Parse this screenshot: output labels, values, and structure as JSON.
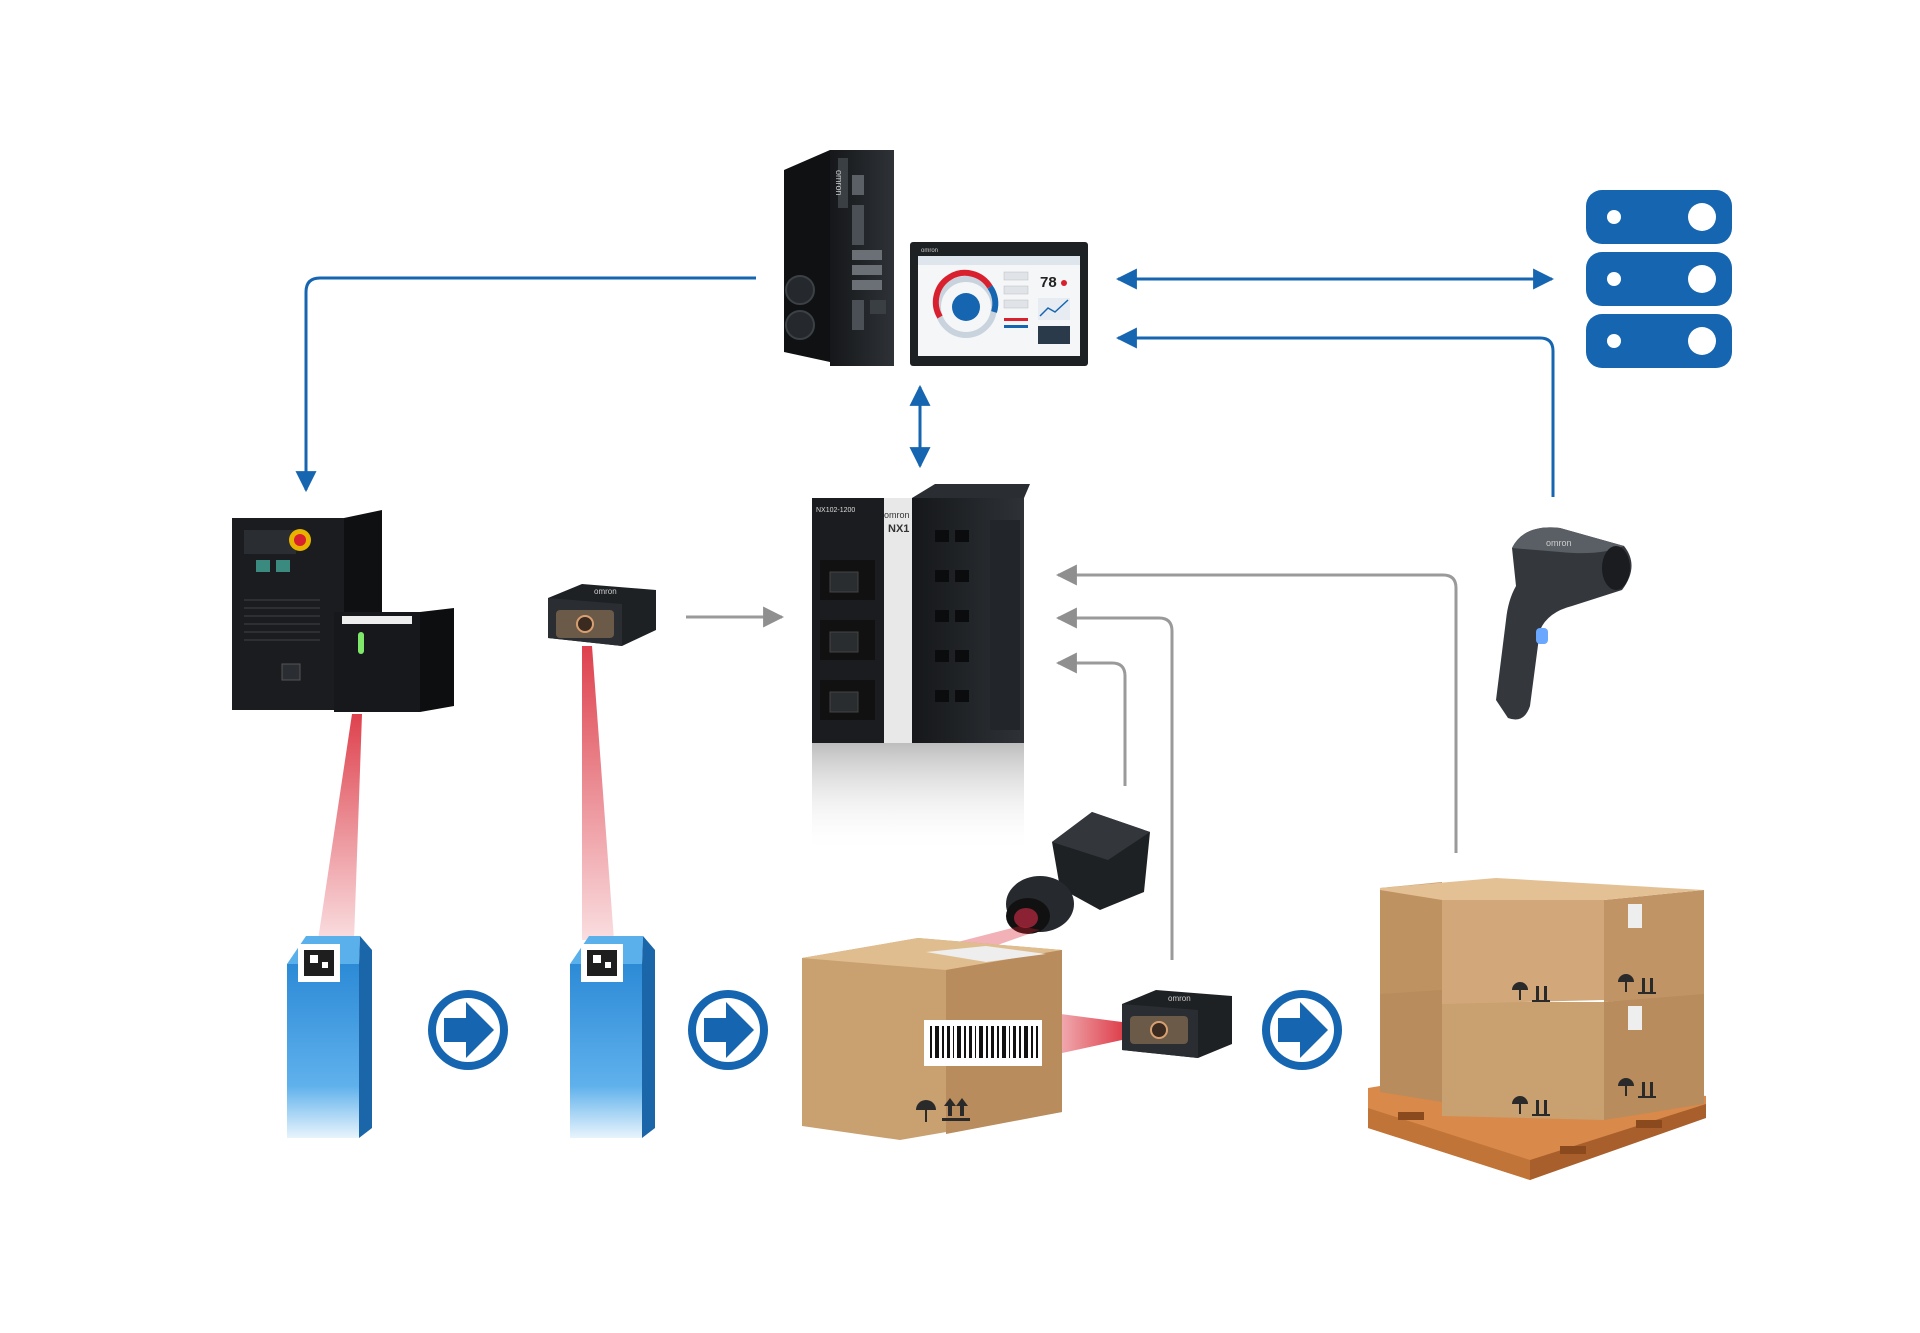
{
  "colors": {
    "flow_blue": "#1565b0",
    "data_gray": "#9a9a9a",
    "laser_red": "#d8202e",
    "cardboard": "#c9a070",
    "pallet": "#d9894a",
    "device_dark": "#1e2124",
    "carton_blue": "#2f8fd8"
  },
  "labels": {
    "ipc_brand": "omron",
    "hmi_brand": "omron",
    "hmi_value": "78",
    "plc_brand": "omron",
    "plc_model": "NX1",
    "plc_part": "NX102-1200",
    "reader1_brand": "omron",
    "reader2_brand": "omron",
    "handheld_brand": "omron"
  },
  "icons": {
    "server": "server-stack-icon",
    "flow": "arrow-right-circle-icon"
  }
}
